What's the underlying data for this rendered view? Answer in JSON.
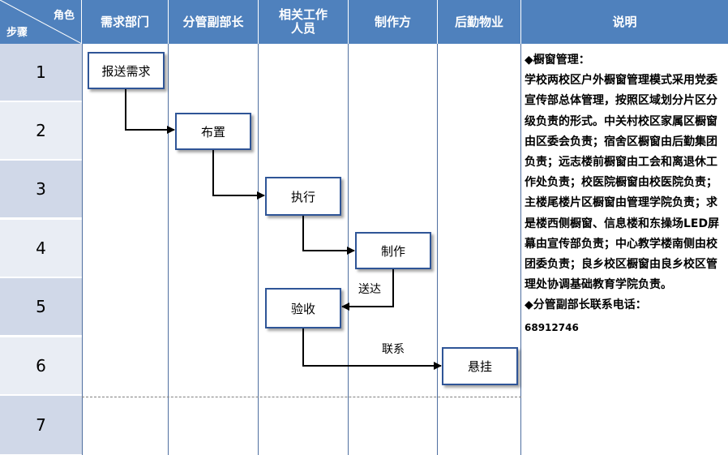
{
  "header": {
    "corner_role": "角色",
    "corner_step": "步骤",
    "lanes": [
      "需求部门",
      "分管副部长",
      "相关工作\n人员",
      "制作方",
      "后勤物业",
      "说明"
    ]
  },
  "steps": [
    "1",
    "2",
    "3",
    "4",
    "5",
    "6",
    "7"
  ],
  "nodes": {
    "request": "报送需求",
    "arrange": "布置",
    "execute": "执行",
    "produce": "制作",
    "inspect": "验收",
    "hang": "悬挂"
  },
  "edge_labels": {
    "deliver": "送达",
    "contact": "联系"
  },
  "note": {
    "heading": "◆橱窗管理：",
    "body": "学校两校区户外橱窗管理模式采用党委宣传部总体管理，按照区域划分片区分级负责的形式。中关村校区家属区橱窗由区委会负责；宿舍区橱窗由后勤集团负责；远志楼前橱窗由工会和离退休工作处负责；校医院橱窗由校医院负责；主楼尾楼片区橱窗由管理学院负责；求是楼西侧橱窗、信息楼和东操场LED屏幕由宣传部负责；中心教学楼南侧由校团委负责；良乡校区橱窗由良乡校区管理处协调基础教育学院负责。",
    "contact_heading": "◆分管副部长联系电话：",
    "phone": "68912746"
  },
  "colors": {
    "header_bg": "#4f81bd",
    "step_odd": "#d0d8e8",
    "step_even": "#e9edf4",
    "box_border": "#2f5597"
  }
}
